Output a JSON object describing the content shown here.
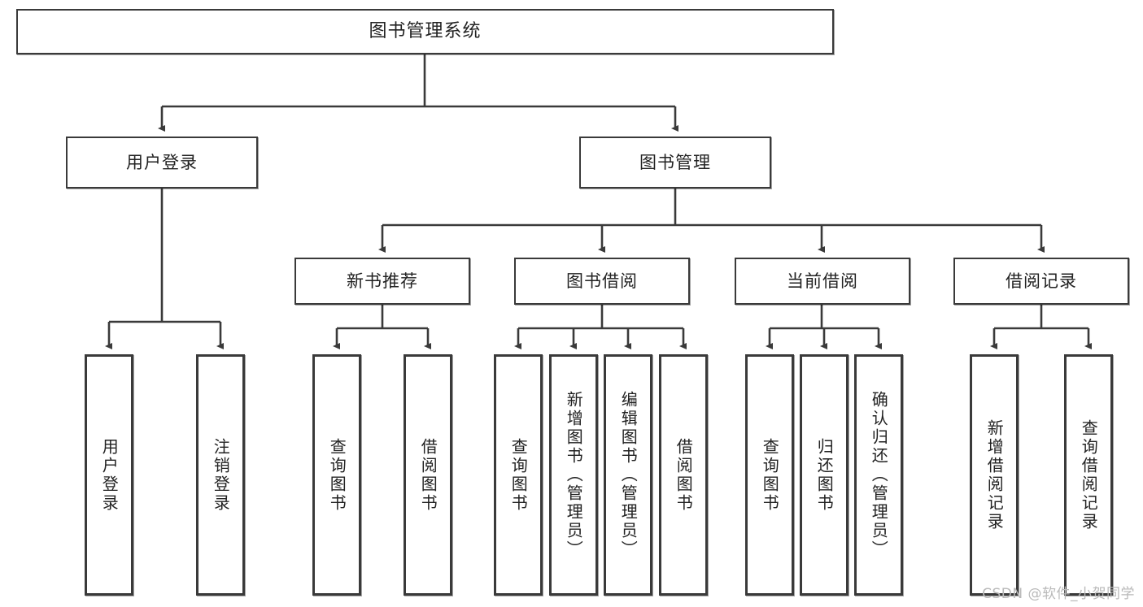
{
  "diagram": {
    "title": "图书管理系统",
    "type": "tree-hierarchy",
    "root": {
      "label": "图书管理系统"
    },
    "level1": [
      {
        "label": "用户登录"
      },
      {
        "label": "图书管理"
      }
    ],
    "level2": [
      {
        "label": "新书推荐"
      },
      {
        "label": "图书借阅"
      },
      {
        "label": "当前借阅"
      },
      {
        "label": "借阅记录"
      }
    ],
    "leaves": {
      "user_login": [
        {
          "label": "用户登录"
        },
        {
          "label": "注销登录"
        }
      ],
      "new_book_recommend": [
        {
          "label": "查询图书"
        },
        {
          "label": "借阅图书"
        }
      ],
      "book_borrow": [
        {
          "label": "查询图书"
        },
        {
          "label": "新增图书（管理员）"
        },
        {
          "label": "编辑图书（管理员）"
        },
        {
          "label": "借阅图书"
        }
      ],
      "current_borrow": [
        {
          "label": "查询图书"
        },
        {
          "label": "归还图书"
        },
        {
          "label": "确认归还（管理员）"
        }
      ],
      "borrow_record": [
        {
          "label": "新增借阅记录"
        },
        {
          "label": "查询借阅记录"
        }
      ]
    }
  },
  "watermark": {
    "text": "CSDN @软件_小贺同学"
  },
  "colors": {
    "border": "#3a3a3a",
    "background": "#ffffff",
    "text": "#222222",
    "watermark": "#b9b9b9"
  }
}
